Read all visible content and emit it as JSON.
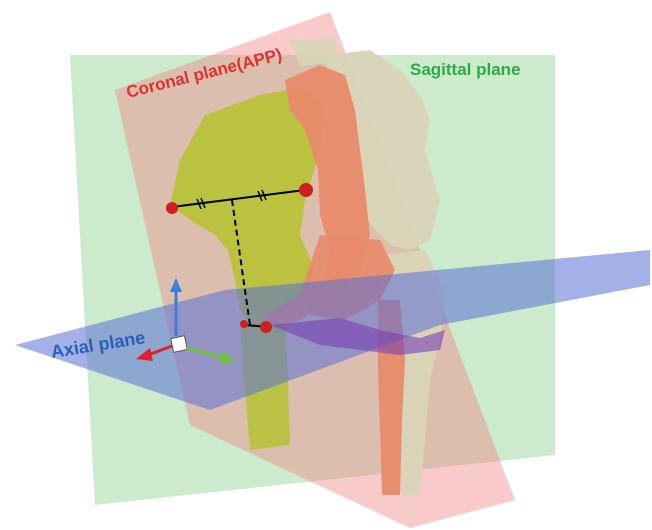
{
  "labels": {
    "coronal": "Coronal plane(APP)",
    "sagittal": "Sagittal plane",
    "axial": "Axial plane"
  },
  "colors": {
    "coronal_plane": "#f08a8a",
    "sagittal_plane": "#8fd08f",
    "axial_plane": "#5a6fd6",
    "coronal_text": "#e03030",
    "sagittal_text": "#2fa84a",
    "axial_text": "#2a5fb8",
    "pelvis_bone": "#b7c23a",
    "femur_bone": "#e88a6a",
    "sacrum_bone": "#d8d4b8",
    "landmark": "#cc1f1f",
    "axis_x": "#e0202a",
    "axis_y": "#3b7ee0",
    "axis_z": "#6cc23a"
  }
}
